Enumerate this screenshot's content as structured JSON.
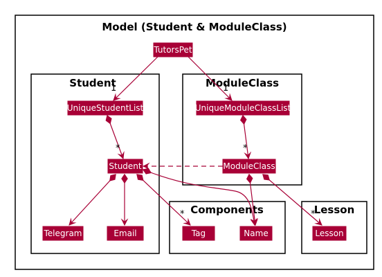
{
  "diagram": {
    "title": "Model (Student & ModuleClass)",
    "packages": {
      "student": "Student",
      "moduleclass": "ModuleClass",
      "components": "Components",
      "lesson": "Lesson"
    },
    "nodes": {
      "tutorspet": "TutorsPet",
      "unique_student_list": "UniqueStudentList",
      "unique_moduleclass_list": "UniqueModuleClassList",
      "student": "Student",
      "moduleclass": "ModuleClass",
      "telegram": "Telegram",
      "email": "Email",
      "tag": "Tag",
      "name": "Name",
      "lesson": "Lesson"
    },
    "multiplicities": {
      "tp_to_usl": "1",
      "tp_to_umcl": "1",
      "usl_to_student": "*",
      "umcl_to_mc": "*",
      "student_to_tag": "*",
      "mc_to_lesson": "*"
    },
    "colors": {
      "node_fill": "#a80036",
      "node_text": "#ffffff",
      "edge": "#a80036",
      "frame": "#000000"
    }
  }
}
